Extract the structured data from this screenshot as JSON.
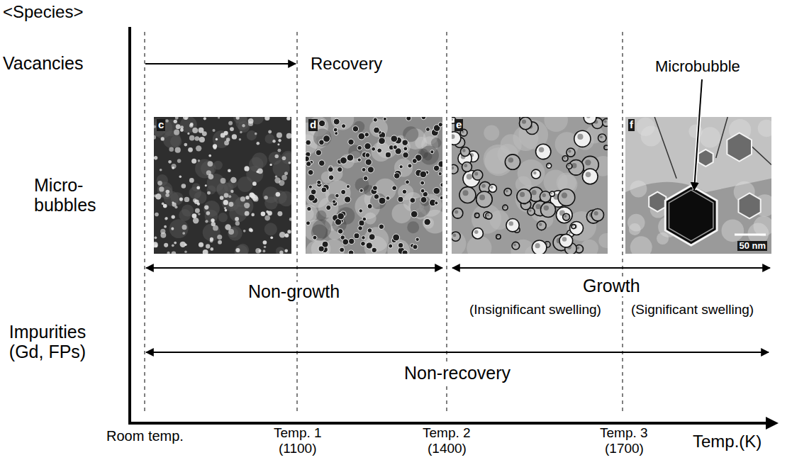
{
  "diagram": {
    "nodes": [
      {
        "text": [
          "c"
        ]
      },
      {
        "text": [
          "d"
        ]
      },
      {
        "text": [
          "e"
        ]
      },
      {
        "text": [
          "f",
          "50 nm"
        ]
      }
    ],
    "labels": [
      "<Species>",
      "Vacancies",
      "Recovery",
      "Microbubble",
      "Micro- bubbles",
      "Non-growth",
      "Growth",
      "(Insignificant swelling)",
      "(Significant swelling)",
      "Impurities (Gd, FPs)",
      "Non-recovery",
      "Room temp.",
      "Temp. 1",
      "(1100)",
      "Temp. 2",
      "(1400)",
      "Temp. 3",
      "(1700)",
      "Temp.(K)"
    ]
  }
}
